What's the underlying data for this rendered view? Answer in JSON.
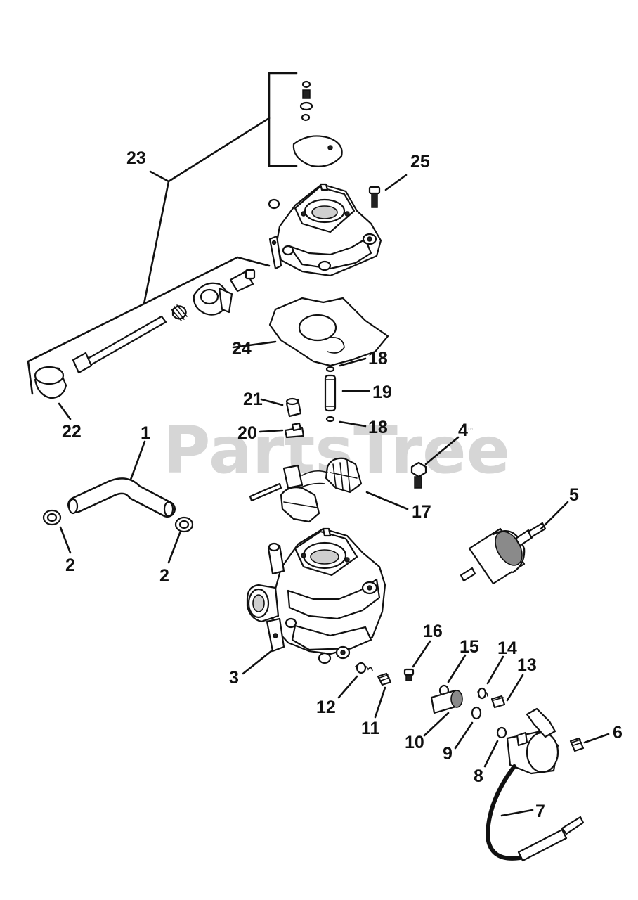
{
  "watermark": "PartsTree",
  "trademark": "™",
  "callouts": {
    "c1": "1",
    "c2a": "2",
    "c2b": "2",
    "c3": "3",
    "c4": "4",
    "c5": "5",
    "c6": "6",
    "c7": "7",
    "c8": "8",
    "c9": "9",
    "c10": "10",
    "c11": "11",
    "c12": "12",
    "c13": "13",
    "c14": "14",
    "c15": "15",
    "c16": "16",
    "c17": "17",
    "c18a": "18",
    "c18b": "18",
    "c19": "19",
    "c20": "20",
    "c21": "21",
    "c22": "22",
    "c23": "23",
    "c24": "24",
    "c25": "25"
  }
}
